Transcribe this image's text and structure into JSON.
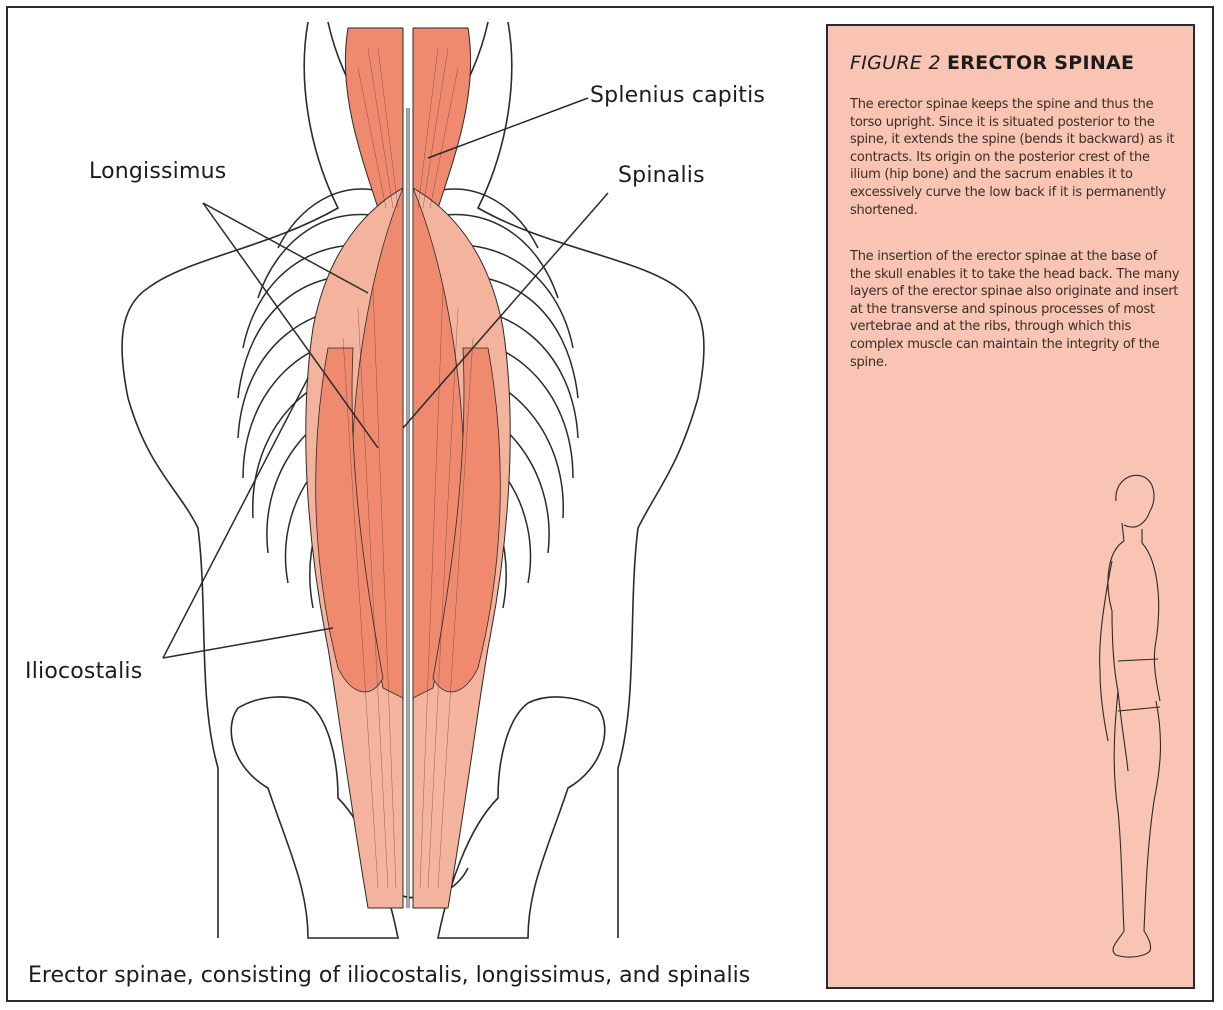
{
  "labels": {
    "splenius_capitis": "Splenius capitis",
    "longissimus": "Longissimus",
    "spinalis": "Spinalis",
    "iliocostalis": "Iliocostalis"
  },
  "caption": "Erector spinae, consisting of iliocostalis, longissimus, and spinalis",
  "sidebar": {
    "figure_label": "FIGURE 2",
    "title": "ERECTOR SPINAE",
    "paragraphs": [
      "The erector spinae keeps the spine and thus the torso upright. Since it is situated posterior to the spine, it extends the spine (bends it backward) as it contracts. Its origin on the posterior crest of the ilium (hip bone) and the sacrum enables it to excessively curve the low back if it is permanently shortened.",
      "The insertion of the erector spinae at the base of the skull enables it to take the head back. The many layers of the erector spinae also originate and insert at the transverse and spinous processes of most vertebrae and at the ribs, through which this complex muscle can maintain the integrity of the spine."
    ]
  },
  "colors": {
    "muscle_dark": "#ef8a6f",
    "muscle_light": "#f4b39c",
    "sidebar_bg": "#f9c4b3",
    "outline": "#2a2a2a"
  }
}
